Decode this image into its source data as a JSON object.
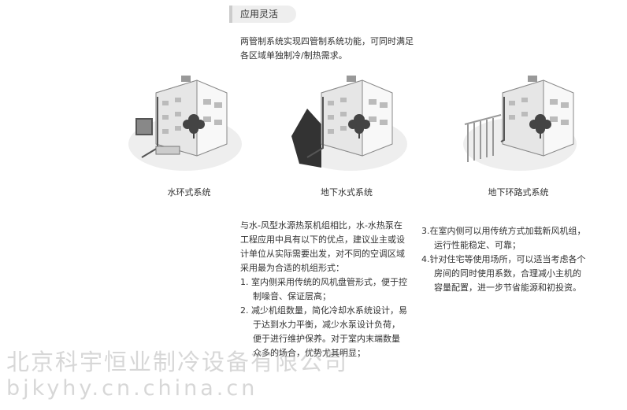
{
  "section_badge": "应用灵活",
  "intro": "两管制系统实现四管制系统功能，可同时满足各区域单独制冷/制热需求。",
  "systems": [
    {
      "caption": "水环式系统",
      "icon": "building-water-loop-illustration"
    },
    {
      "caption": "地下水式系统",
      "icon": "building-groundwater-illustration"
    },
    {
      "caption": "地下环路式系统",
      "icon": "building-ground-loop-illustration"
    }
  ],
  "left_column": {
    "para": "与水-风型水源热泵机组相比，水-水热泵在工程应用中具有以下的优点，建议业主或设计单位从实际需要出发，对不同的空调区域采用最为合适的机组形式：",
    "items": [
      "1. 室内侧采用传统的风机盘管形式，便于控制噪音、保证层高；",
      "2. 减少机组数量，简化冷却水系统设计，易于达到水力平衡，减少水泵设计负荷，便于进行维护保养。对于室内末端数量众多的场合，优势尤其明显；"
    ]
  },
  "right_column": {
    "items": [
      "3.在室内侧可以用传统方式加载新风机组，运行性能稳定、可靠；",
      "4.针对住宅等使用场所，可以适当考虑各个房间的同时使用系数，合理减小主机的容量配置，进一步节省能源和初投资。"
    ]
  },
  "watermark": {
    "line1": "北京科宇恒业制冷设备有限公司",
    "line2": "bjkyhy.cn.china.cn"
  }
}
